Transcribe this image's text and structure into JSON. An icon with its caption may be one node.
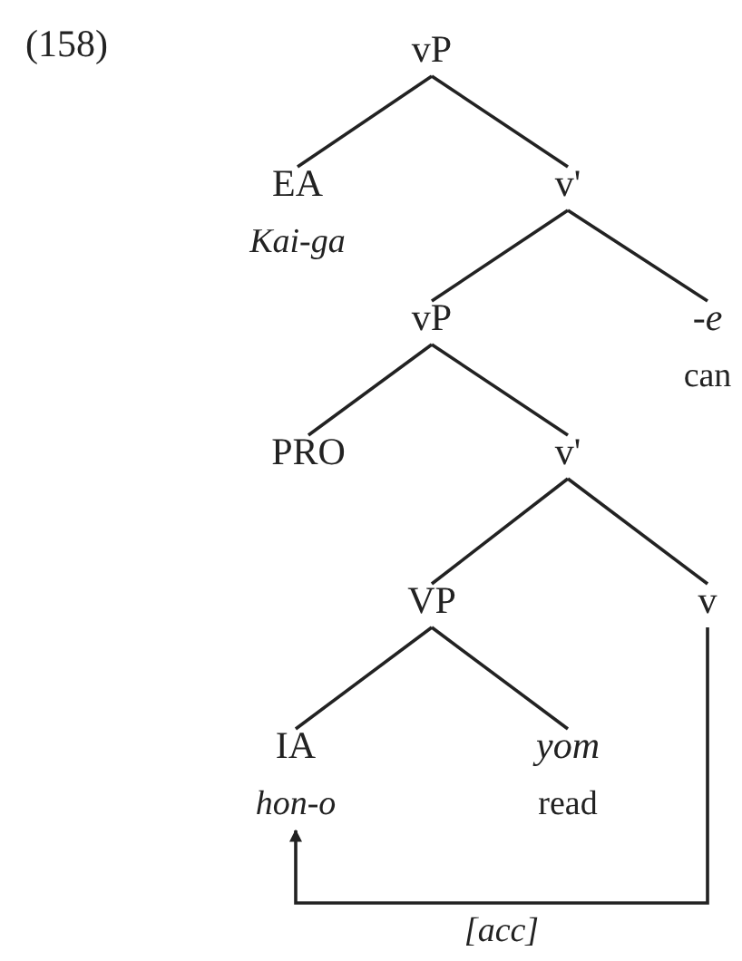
{
  "diagram": {
    "nodes": [
      {
        "text": [
          "vP"
        ]
      },
      {
        "text": [
          "EA",
          "*Kai-ga*"
        ]
      },
      {
        "text": [
          "v'"
        ]
      },
      {
        "text": [
          "vP"
        ]
      },
      {
        "text": [
          "*-e*",
          "can"
        ]
      },
      {
        "text": [
          "PRO"
        ]
      },
      {
        "text": [
          "v'"
        ]
      },
      {
        "text": [
          "VP"
        ]
      },
      {
        "text": [
          "v"
        ]
      },
      {
        "text": [
          "IA",
          "*hon-o*"
        ]
      },
      {
        "text": [
          "*yom*",
          "read"
        ]
      }
    ],
    "edges": [
      {
        "from": 0,
        "to": 1,
        "arrow": "none"
      },
      {
        "from": 0,
        "to": 2,
        "arrow": "none"
      },
      {
        "from": 2,
        "to": 3,
        "arrow": "none"
      },
      {
        "from": 2,
        "to": 4,
        "arrow": "none"
      },
      {
        "from": 3,
        "to": 5,
        "arrow": "none"
      },
      {
        "from": 3,
        "to": 6,
        "arrow": "none"
      },
      {
        "from": 6,
        "to": 7,
        "arrow": "none"
      },
      {
        "from": 6,
        "to": 8,
        "arrow": "none"
      },
      {
        "from": 7,
        "to": 9,
        "arrow": "none"
      },
      {
        "from": 7,
        "to": 10,
        "arrow": "none"
      },
      {
        "from": 8,
        "to": 9,
        "arrow": "to",
        "label": "*[acc]*"
      }
    ],
    "labels": [
      "(158)"
    ]
  }
}
